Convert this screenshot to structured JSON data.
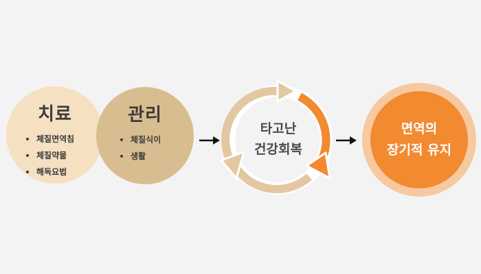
{
  "treatment": {
    "title": "치료",
    "items": [
      "체질면역침",
      "체질약물",
      "해독요법"
    ]
  },
  "management": {
    "title": "관리",
    "items": [
      "체질식이",
      "생활"
    ]
  },
  "cycle": {
    "line1": "타고난",
    "line2": "건강회복"
  },
  "goal": {
    "line1": "면역의",
    "line2": "장기적 유지"
  },
  "colors": {
    "background": "#f3f3f3",
    "treatment_circle": "#f6e0c2",
    "management_circle": "#d8bd90",
    "cycle_tan": "#e3c7a0",
    "cycle_orange": "#f28a30",
    "goal_outer": "#f7c9a0",
    "goal_inner": "#f28a30"
  },
  "icons": {
    "arrow_1": "right-arrow-icon",
    "arrow_2": "right-arrow-icon",
    "cycle": "cycle-arrows-icon"
  }
}
